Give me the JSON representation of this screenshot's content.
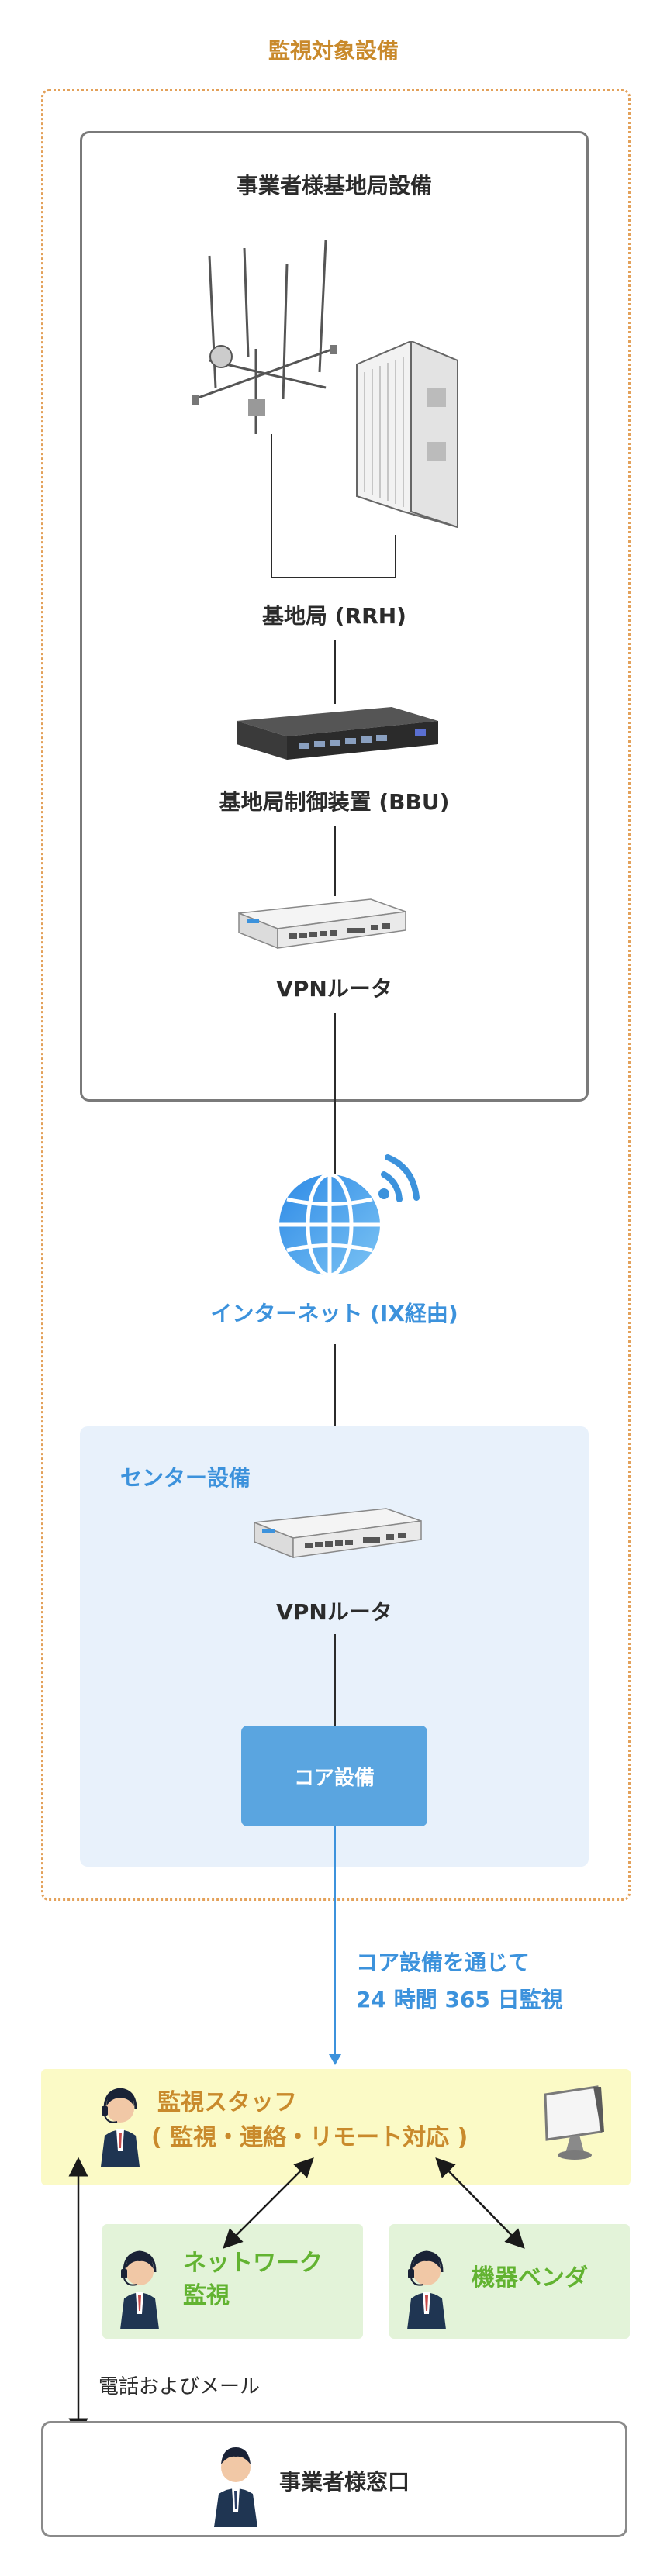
{
  "title": "監視対象設備",
  "station": {
    "title": "事業者様基地局設備",
    "rrh_label": "基地局 (RRH)",
    "bbu_label": "基地局制御装置 (BBU)",
    "router_label": "VPNルータ"
  },
  "internet": {
    "label": "インターネット (IX経由)"
  },
  "center": {
    "title": "センター設備",
    "router_label": "VPNルータ",
    "core_label": "コア設備"
  },
  "monitoring_note": {
    "line1": "コア設備を通じて",
    "line2": "24 時間 365 日監視"
  },
  "staff": {
    "line1": "監視スタッフ",
    "line2": "( 監視・連絡・リモート対応 )"
  },
  "network_monitor": {
    "line1": "ネットワーク",
    "line2": "監視"
  },
  "vendor": {
    "label": "機器ベンダ"
  },
  "contact_note": "電話およびメール",
  "customer": {
    "label": "事業者様窓口"
  },
  "colors": {
    "orange": "#c98a2c",
    "blue": "#3c92dc",
    "green": "#62b331",
    "staff_bg": "#fbfac6",
    "green_bg": "#e3f3d9",
    "center_bg": "#e8f1fb"
  },
  "icons": [
    "antenna-icon",
    "rack-cabinet-icon",
    "bbu-device-icon",
    "router-icon",
    "globe-wifi-icon",
    "operator-headset-icon",
    "person-icon",
    "monitor-icon"
  ]
}
